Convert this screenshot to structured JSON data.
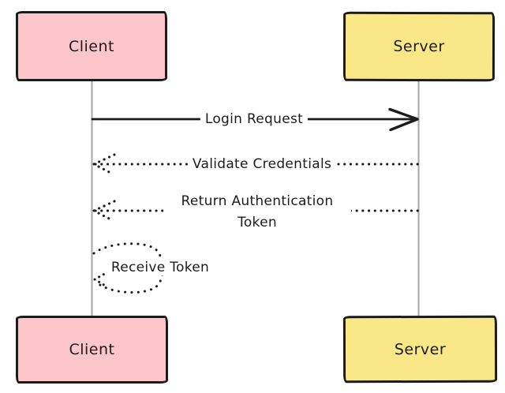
{
  "diagram": {
    "type": "sequence",
    "background": "#ffffff",
    "actors": [
      {
        "id": "client",
        "label": "Client",
        "fill": "#fcc6ca"
      },
      {
        "id": "server",
        "label": "Server",
        "fill": "#fae787"
      }
    ],
    "messages": [
      {
        "from": "Client",
        "to": "Server",
        "label": "Login Request",
        "line_style": "solid"
      },
      {
        "from": "Server",
        "to": "Client",
        "label": "Validate Credentials",
        "line_style": "dotted"
      },
      {
        "from": "Server",
        "to": "Client",
        "label": "Return Authentication Token",
        "line_style": "dotted"
      },
      {
        "from": "Client",
        "to": "Client",
        "label": "Receive Token",
        "line_style": "dotted",
        "self_message": true
      }
    ],
    "colors": {
      "client_fill": "#fcc6ca",
      "server_fill": "#fae787",
      "stroke": "#1b1b1b",
      "lifeline": "#a6a6a6"
    }
  }
}
